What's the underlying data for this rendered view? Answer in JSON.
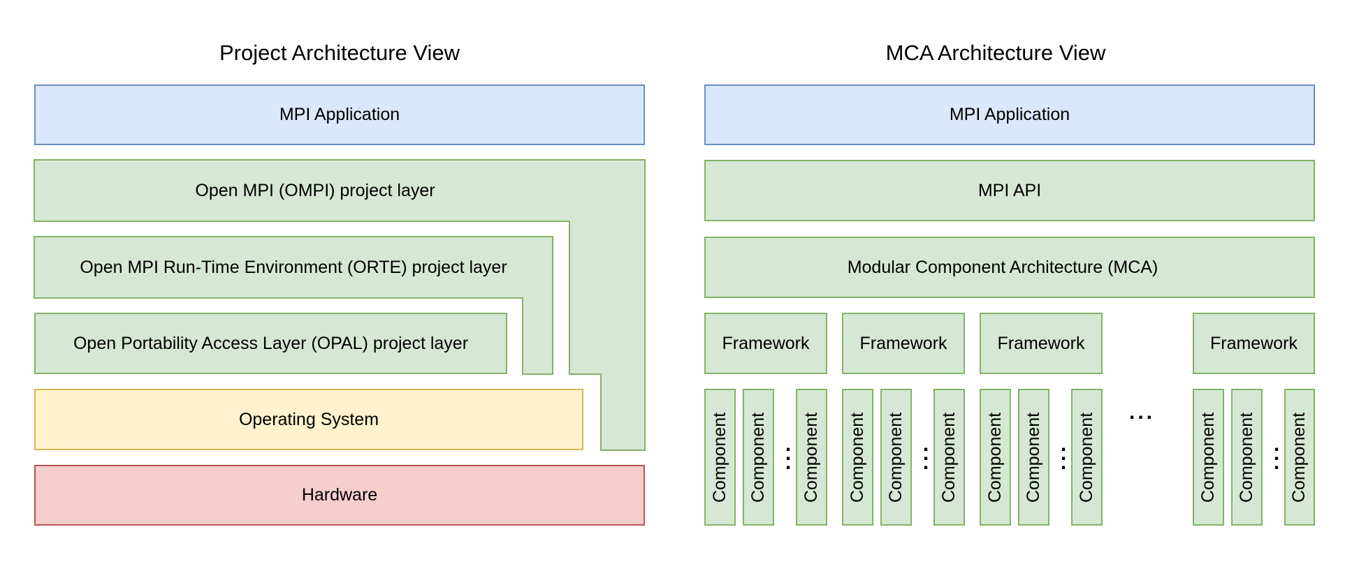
{
  "project_view": {
    "title": "Project Architecture View",
    "mpi_application": "MPI Application",
    "ompi_layer": "Open MPI (OMPI) project layer",
    "orte_layer": "Open MPI Run-Time Environment (ORTE) project layer",
    "opal_layer": "Open Portability Access Layer (OPAL) project layer",
    "operating_system": "Operating System",
    "hardware": "Hardware"
  },
  "mca_view": {
    "title": "MCA Architecture View",
    "mpi_application": "MPI Application",
    "mpi_api": "MPI API",
    "mca": "Modular Component Architecture (MCA)",
    "framework_label": "Framework",
    "component_label": "Component",
    "ellipsis": "..."
  },
  "colors": {
    "blue_fill": "#dae8fc",
    "blue_stroke": "#6c8ebf",
    "green_fill": "#d5e8d4",
    "green_stroke": "#82b366",
    "yellow_fill": "#fff2cc",
    "yellow_stroke": "#d6b656",
    "red_fill": "#f8cecc",
    "red_stroke": "#b85450"
  }
}
